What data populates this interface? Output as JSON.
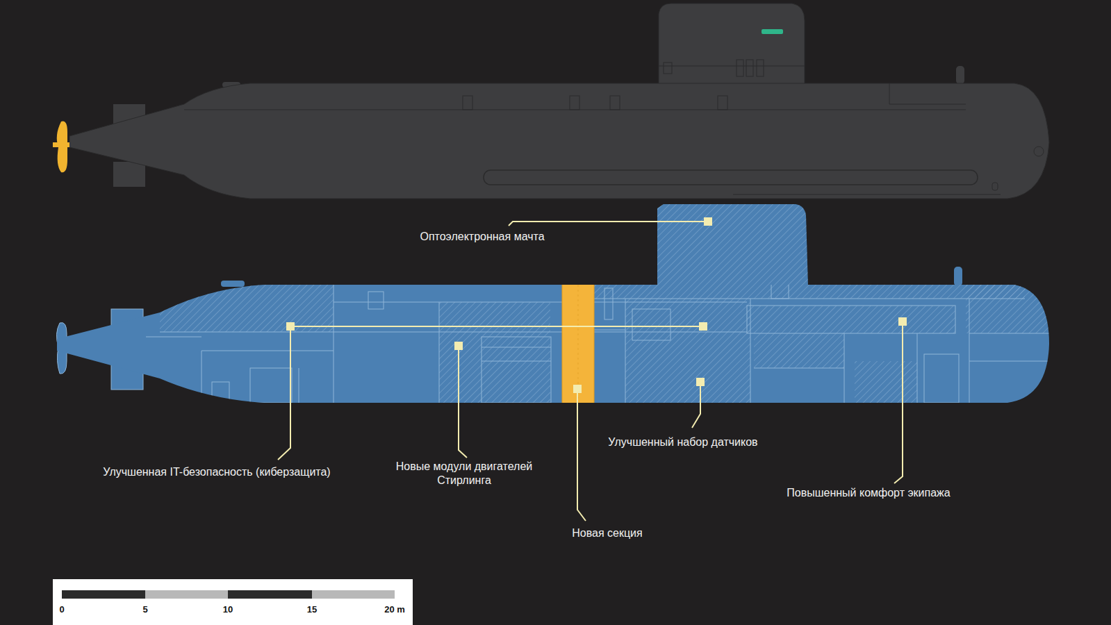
{
  "diagram": {
    "labels": [
      "Оптоэлектронная мачта",
      "Улучшенная IT-безопасность (киберзащита)",
      "Новые модули двигателей Стирлинга",
      "Улучшенный набор датчиков",
      "Новая секция",
      "Повышенный комфорт экипажа",
      "0",
      "5",
      "10",
      "15",
      "20 m"
    ]
  }
}
